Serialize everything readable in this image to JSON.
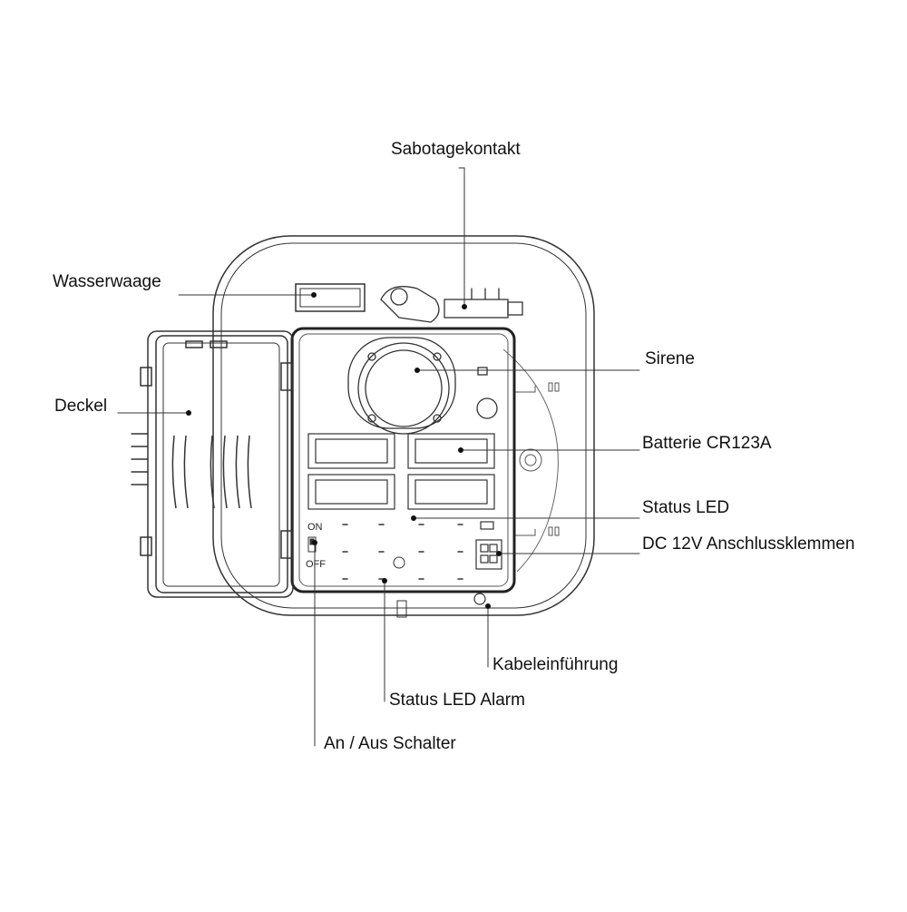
{
  "labels": {
    "sabotagekontakt": "Sabotagekontakt",
    "wasserwaage": "Wasserwaage",
    "sirene": "Sirene",
    "deckel": "Deckel",
    "batterie": "Batterie CR123A",
    "status_led": "Status LED",
    "dc_klemmen": "DC 12V Anschlussklemmen",
    "kabeleinfuehrung": "Kabeleinführung",
    "status_led_alarm": "Status LED Alarm",
    "an_aus_schalter": "An / Aus Schalter"
  },
  "switch": {
    "on": "ON",
    "off": "OFF"
  }
}
